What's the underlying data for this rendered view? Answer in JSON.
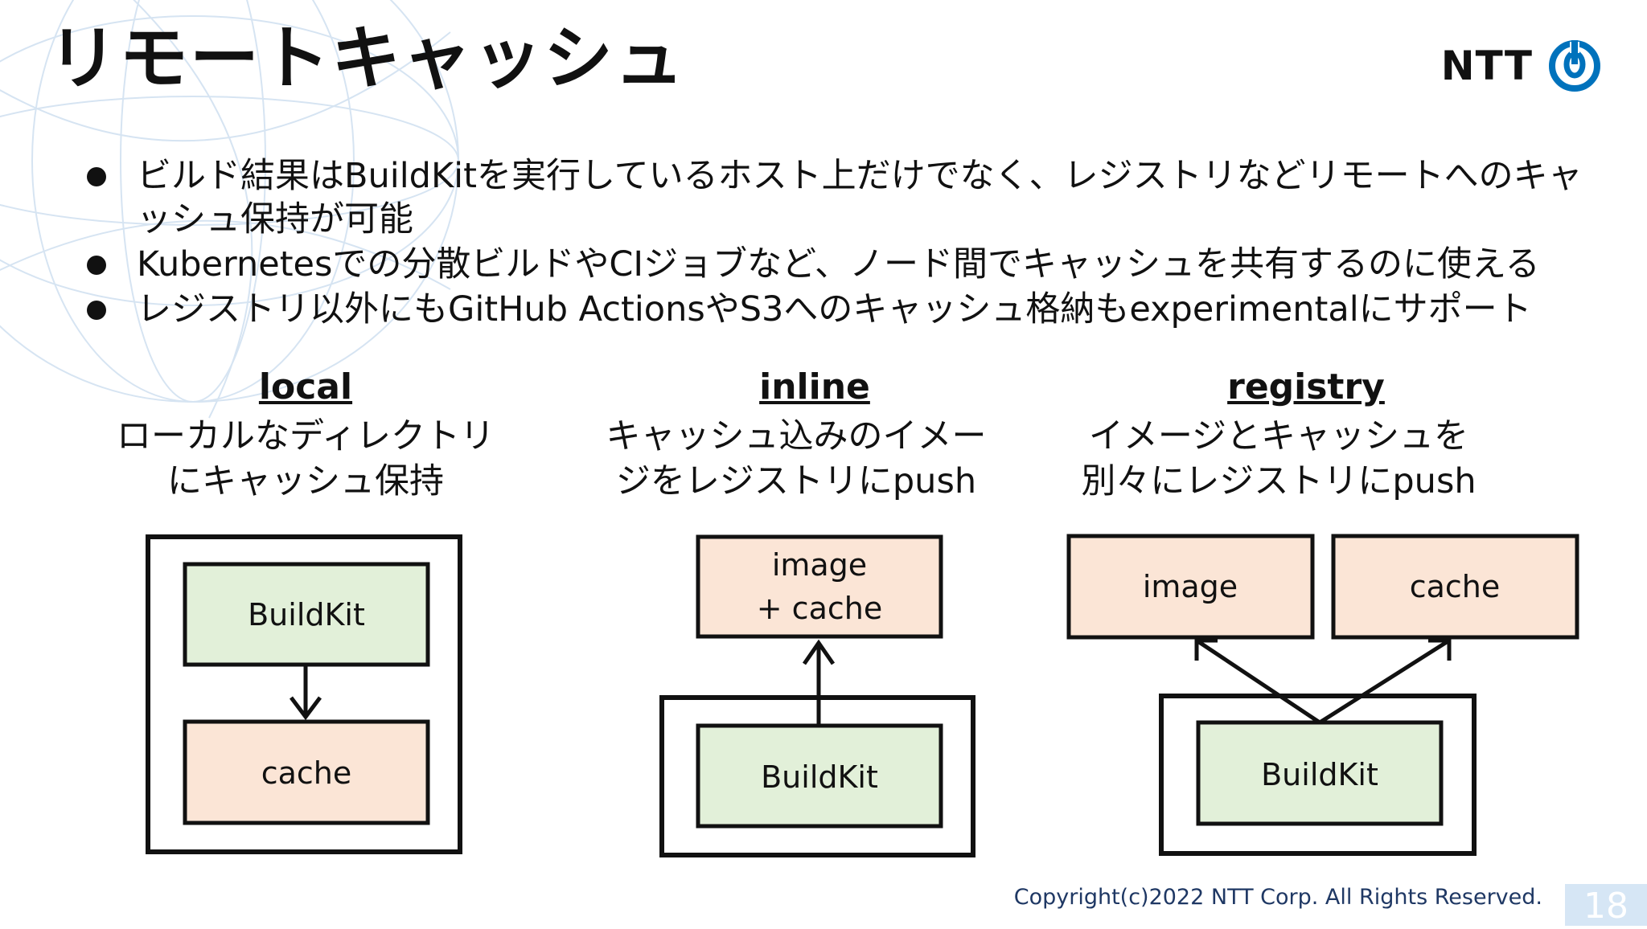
{
  "slide": {
    "title": "リモートキャッシュ",
    "brand": "NTT",
    "bullets": [
      "ビルド結果はBuildKitを実行しているホスト上だけでなく、レジストリなどリモートへのキャッシュ保持が可能",
      "Kubernetesでの分散ビルドやCIジョブなど、ノード間でキャッシュを共有するのに使える",
      "レジストリ以外にもGitHub ActionsやS3へのキャッシュ格納もexperimentalにサポート"
    ],
    "columns": [
      {
        "heading": "local",
        "description": "ローカルなディレクトリ\nにキャッシュ保持",
        "boxes": [
          "BuildKit",
          "cache"
        ]
      },
      {
        "heading": "inline",
        "description": "キャッシュ込みのイメー\nジをレジストリにpush",
        "boxes": [
          "image",
          "+ cache",
          "BuildKit"
        ]
      },
      {
        "heading": "registry",
        "description": "イメージとキャッシュを\n別々にレジストリにpush",
        "boxes": [
          "image",
          "cache",
          "BuildKit"
        ]
      }
    ],
    "copyright": "Copyright(c)2022 NTT Corp. All Rights Reserved.",
    "page_number": "18"
  },
  "colors": {
    "buildkit_fill": "#e2f0d9",
    "cache_fill": "#fbe5d6",
    "logo_blue": "#0072bc",
    "footer_text": "#1f3864",
    "page_num_bg": "#d6e6f5"
  }
}
